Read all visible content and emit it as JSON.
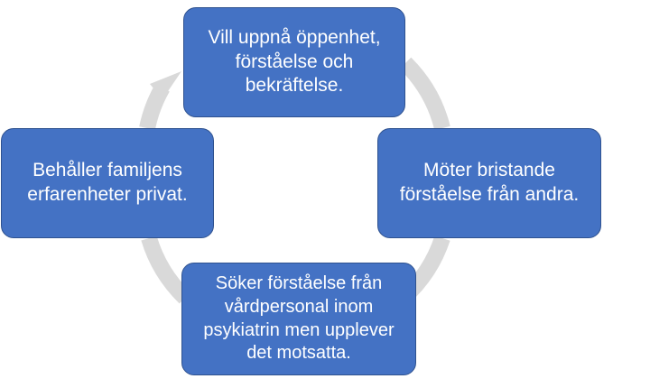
{
  "diagram": {
    "colors": {
      "box_fill": "#4472c4",
      "box_border": "#2f528f",
      "box_text": "#ffffff",
      "ring": "#d9d9d9"
    },
    "nodes": [
      {
        "id": "top",
        "text": "Vill uppnå öppenhet, förståelse och bekräftelse."
      },
      {
        "id": "right",
        "text": "Möter bristande förståelse från andra."
      },
      {
        "id": "bottom",
        "text": "Söker förståelse från vårdpersonal inom psykiatrin men upplever det motsatta."
      },
      {
        "id": "left",
        "text": "Behåller familjens erfarenheter privat."
      }
    ],
    "flow": "clockwise cycle: top → right → bottom → left → top"
  }
}
